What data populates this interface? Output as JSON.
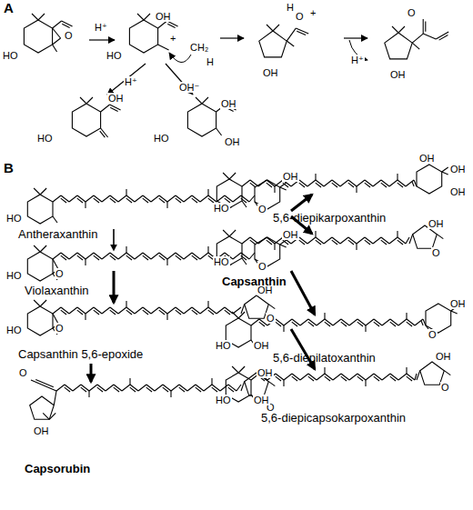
{
  "diagram": {
    "nodes": [
      {
        "text": [
          "Antheraxanthin"
        ]
      },
      {
        "text": [
          "Violaxanthin"
        ]
      },
      {
        "text": [
          "Capsanthin 5,6-epoxide"
        ]
      },
      {
        "text": [
          "Capsorubin"
        ]
      },
      {
        "text": [
          "5,6-diepikarpoxanthin"
        ]
      },
      {
        "text": [
          "Capsanthin"
        ]
      },
      {
        "text": [
          "5,6-diepilatoxanthin"
        ]
      },
      {
        "text": [
          "5,6-diepicapsokarpoxanthin"
        ]
      }
    ],
    "edges": [
      {
        "from": 0,
        "to": 1,
        "arrow": "to"
      },
      {
        "from": 0,
        "to": 4,
        "arrow": "to"
      },
      {
        "from": 0,
        "to": 5,
        "arrow": "to"
      },
      {
        "from": 1,
        "to": 2,
        "arrow": "to"
      },
      {
        "from": 1,
        "to": 6,
        "arrow": "to"
      },
      {
        "from": 2,
        "to": 3,
        "arrow": "to"
      },
      {
        "from": 2,
        "to": 7,
        "arrow": "to"
      }
    ],
    "labels": [
      "A",
      "HO",
      "O",
      "H⁺",
      "HO",
      "OH",
      "+",
      "CH₂",
      "H",
      "H",
      "O",
      "+",
      "OH",
      "H⁺",
      "O",
      "OH",
      "H⁺",
      "OH⁻",
      "HO",
      "OH",
      "HO",
      "OH",
      "OH",
      "B",
      "HO",
      "O",
      "OH",
      "HO",
      "O",
      "O",
      "OH",
      "HO",
      "O",
      "OH",
      "O",
      "O",
      "OH",
      "OH",
      "O",
      "HO",
      "OH",
      "OH",
      "OH",
      "HO",
      "OH",
      "O",
      "HO",
      "OH",
      "O",
      "OH",
      "HO",
      "OH",
      "OH",
      "O"
    ]
  }
}
